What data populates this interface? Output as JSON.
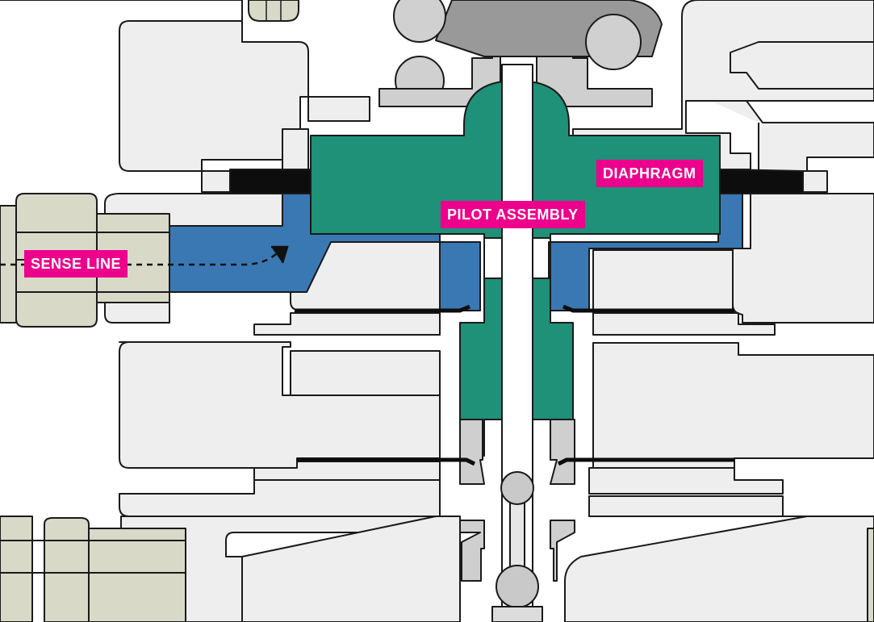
{
  "labels": {
    "sense_line": "SENSE LINE",
    "pilot_assembly": "PILOT ASSEMBLY",
    "diaphragm": "DIAPHRAGM"
  },
  "colors": {
    "label_bg": "#ec008c",
    "label_text": "#ffffff",
    "body_fill": "#eeeeee",
    "body_stroke": "#1a1a1a",
    "pilot_green": "#1e9178",
    "sense_blue": "#3a78b4",
    "diaphragm_black": "#0d0d0d",
    "spring_gray": "#999999",
    "fitting_tan": "#d9d9c8",
    "part_gray": "#cfcfcf"
  },
  "icons": {
    "flow_arrow": "dashed-arrow-icon"
  }
}
